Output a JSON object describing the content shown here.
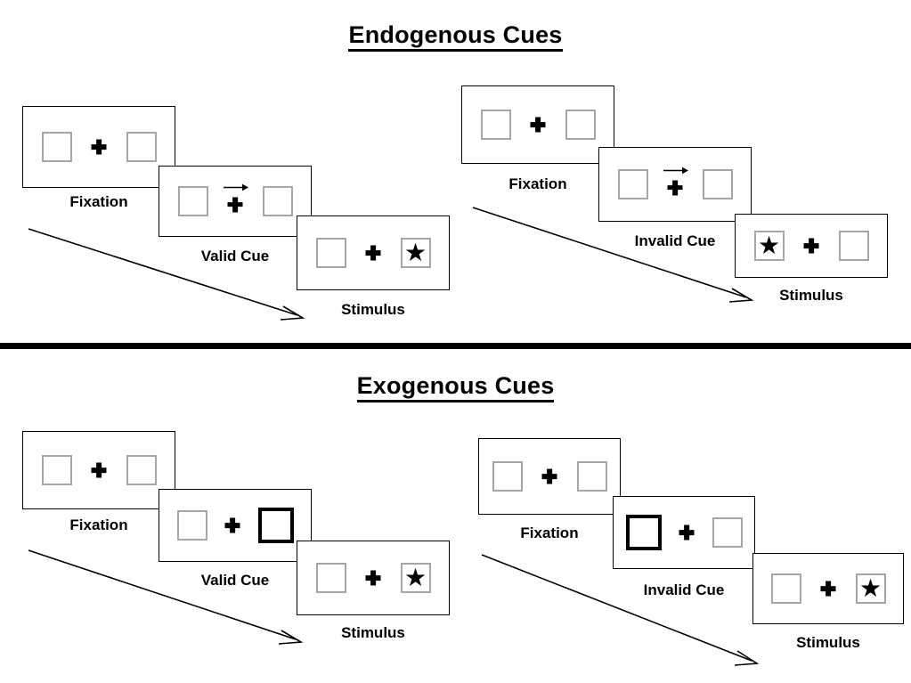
{
  "sections": [
    {
      "id": "endogenous",
      "title": "Endogenous Cues",
      "groups": [
        {
          "id": "endogenous-valid",
          "condition_label": "Valid Cue",
          "frames": [
            {
              "stage_label": "Fixation",
              "cue": "none",
              "target_side": "none"
            },
            {
              "stage_label": "Valid Cue",
              "cue": "arrow-right",
              "target_side": "none"
            },
            {
              "stage_label": "Stimulus",
              "cue": "none",
              "target_side": "right"
            }
          ]
        },
        {
          "id": "endogenous-invalid",
          "condition_label": "Invalid Cue",
          "frames": [
            {
              "stage_label": "Fixation",
              "cue": "none",
              "target_side": "none"
            },
            {
              "stage_label": "Invalid Cue",
              "cue": "arrow-right",
              "target_side": "none"
            },
            {
              "stage_label": "Stimulus",
              "cue": "none",
              "target_side": "left"
            }
          ]
        }
      ]
    },
    {
      "id": "exogenous",
      "title": "Exogenous Cues",
      "groups": [
        {
          "id": "exogenous-valid",
          "condition_label": "Valid Cue",
          "frames": [
            {
              "stage_label": "Fixation",
              "cue": "none",
              "target_side": "none"
            },
            {
              "stage_label": "Valid Cue",
              "cue": "box-flash-right",
              "target_side": "none"
            },
            {
              "stage_label": "Stimulus",
              "cue": "none",
              "target_side": "right"
            }
          ]
        },
        {
          "id": "exogenous-invalid",
          "condition_label": "Invalid Cue",
          "frames": [
            {
              "stage_label": "Fixation",
              "cue": "none",
              "target_side": "none"
            },
            {
              "stage_label": "Invalid Cue",
              "cue": "box-flash-left",
              "target_side": "none"
            },
            {
              "stage_label": "Stimulus",
              "cue": "none",
              "target_side": "right"
            }
          ]
        }
      ]
    }
  ],
  "glyphs": {
    "star": "★",
    "arrow_right": "→",
    "plus": "✚"
  },
  "colors": {
    "ink": "#000000",
    "box_border": "#a6a6a6",
    "cued_box_border": "#000000",
    "background": "#ffffff"
  }
}
